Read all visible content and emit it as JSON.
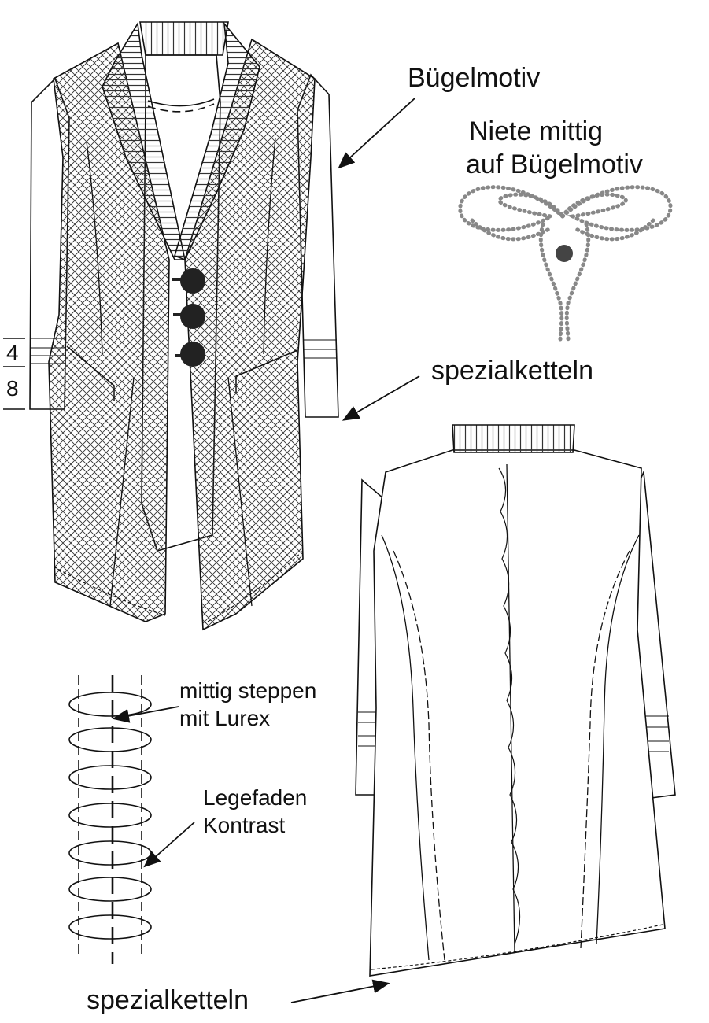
{
  "labels": {
    "buegelmotiv": "Bügelmotiv",
    "niete_line1": "Niete mittig",
    "niete_line2": "auf Bügelmotiv",
    "spezialketteln_top": "spezialketteln",
    "spezialketteln_bottom": "spezialketteln",
    "steppen_line1": "mittig steppen",
    "steppen_line2": "mit Lurex",
    "legefaden_line1": "Legefaden",
    "legefaden_line2": "Kontrast"
  },
  "measure": {
    "upper": "4",
    "lower": "8"
  },
  "colors": {
    "ink": "#111111",
    "hatch": "#333333",
    "rivet": "#444444",
    "stud": "#888888",
    "background": "#ffffff"
  },
  "icons": [
    "arrow-icon",
    "button-icon",
    "rivet-icon",
    "rhinestone-motif-icon"
  ]
}
